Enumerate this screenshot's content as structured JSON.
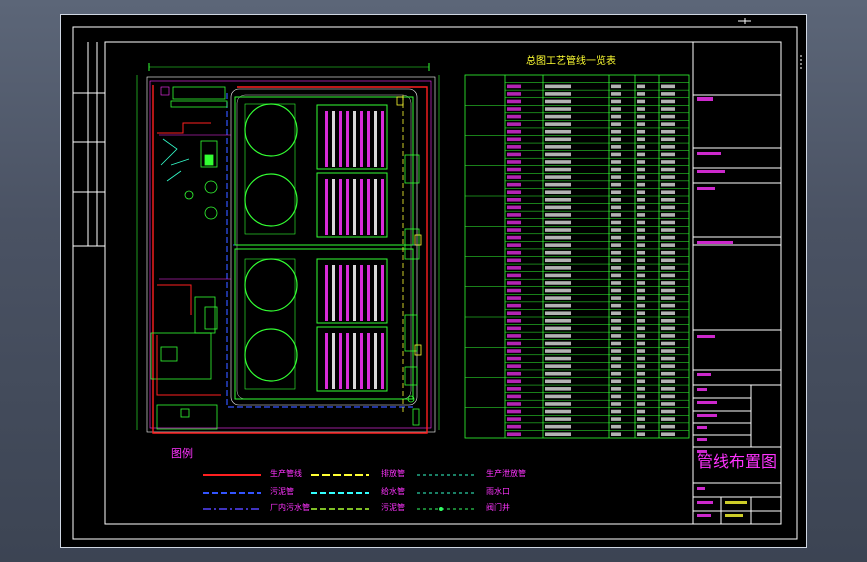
{
  "drawing": {
    "title": "管线布置图",
    "table_title": "总图工艺管线一览表",
    "legend_heading": "图例"
  },
  "legend": [
    {
      "label": "生产管线",
      "color": "#ff2020",
      "style": "solid"
    },
    {
      "label": "排放管",
      "color": "#ffff33",
      "style": "dash"
    },
    {
      "label": "生产泄放管",
      "color": "#33ffcc",
      "style": "dot"
    },
    {
      "label": "污泥管",
      "color": "#3355ff",
      "style": "dash"
    },
    {
      "label": "给水管",
      "color": "#33ffff",
      "style": "dash"
    },
    {
      "label": "雨水口",
      "color": "#33ffcc",
      "style": "dot"
    },
    {
      "label": "厂内污水管",
      "color": "#5544ff",
      "style": "dashdot"
    },
    {
      "label": "污泥管",
      "color": "#aaff33",
      "style": "dash"
    },
    {
      "label": "阀门井",
      "color": "#33ff66",
      "style": "dot"
    }
  ],
  "colors": {
    "frame": "#ffffff",
    "pipe_green": "#33ff33",
    "pipe_red": "#ff2020",
    "pipe_magenta": "#ff33ff",
    "pipe_yellow": "#ffff33",
    "pipe_blue": "#3355ff",
    "pipe_cyan": "#33ffff"
  },
  "icons": [
    "compass-arrow-icon"
  ]
}
